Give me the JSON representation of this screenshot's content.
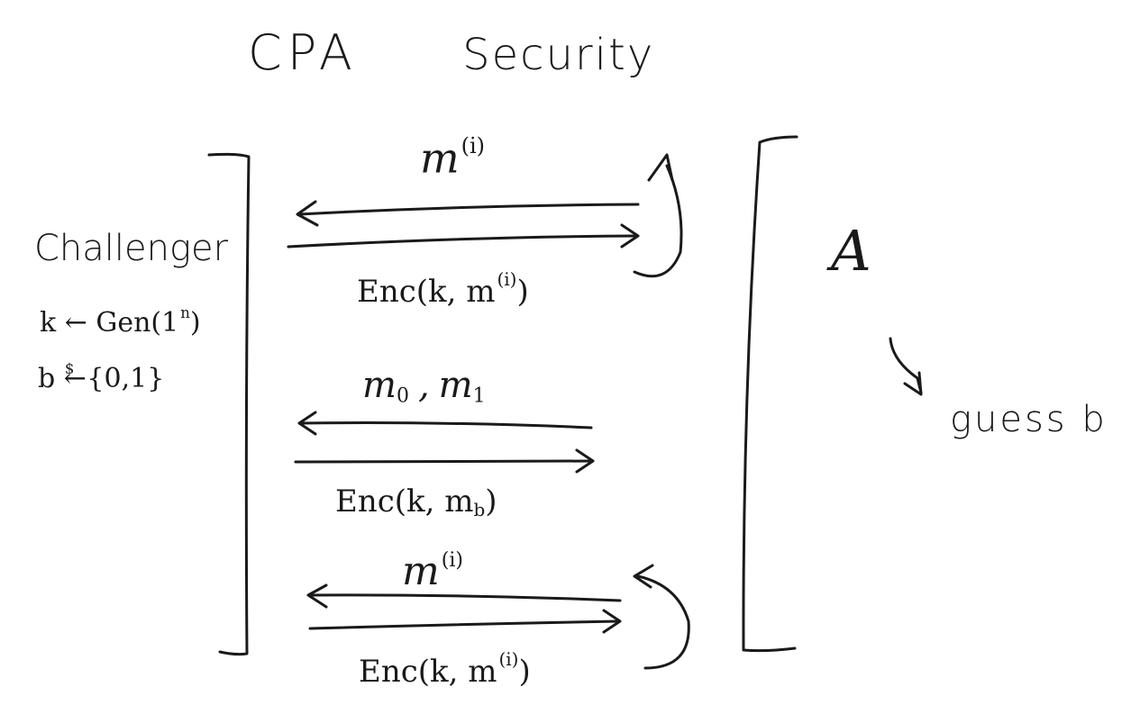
{
  "title": {
    "left": "CPA",
    "right": "Security"
  },
  "challenger": {
    "name": "Challenger",
    "key_gen": "k ← Gen(1",
    "key_gen_exp": "n",
    "key_gen_close": ")",
    "bit_sample": "b ←",
    "bit_dollar": "$",
    "bit_set": "{0,1}"
  },
  "adversary": {
    "symbol": "A",
    "guess": "guess b"
  },
  "phase1": {
    "query": "m",
    "query_index": "(i)",
    "response_prefix": "Enc(k, m",
    "response_index": "(i)",
    "response_suffix": ")"
  },
  "challenge": {
    "m0": "m",
    "m0_index": "0",
    "separator": ",",
    "m1": "m",
    "m1_index": "1",
    "response_prefix": "Enc(k, m",
    "response_index": "b",
    "response_suffix": ")"
  },
  "phase2": {
    "query": "m",
    "query_index": "(i)",
    "response_prefix": "Enc(k, m",
    "response_index": "(i)",
    "response_suffix": ")"
  }
}
